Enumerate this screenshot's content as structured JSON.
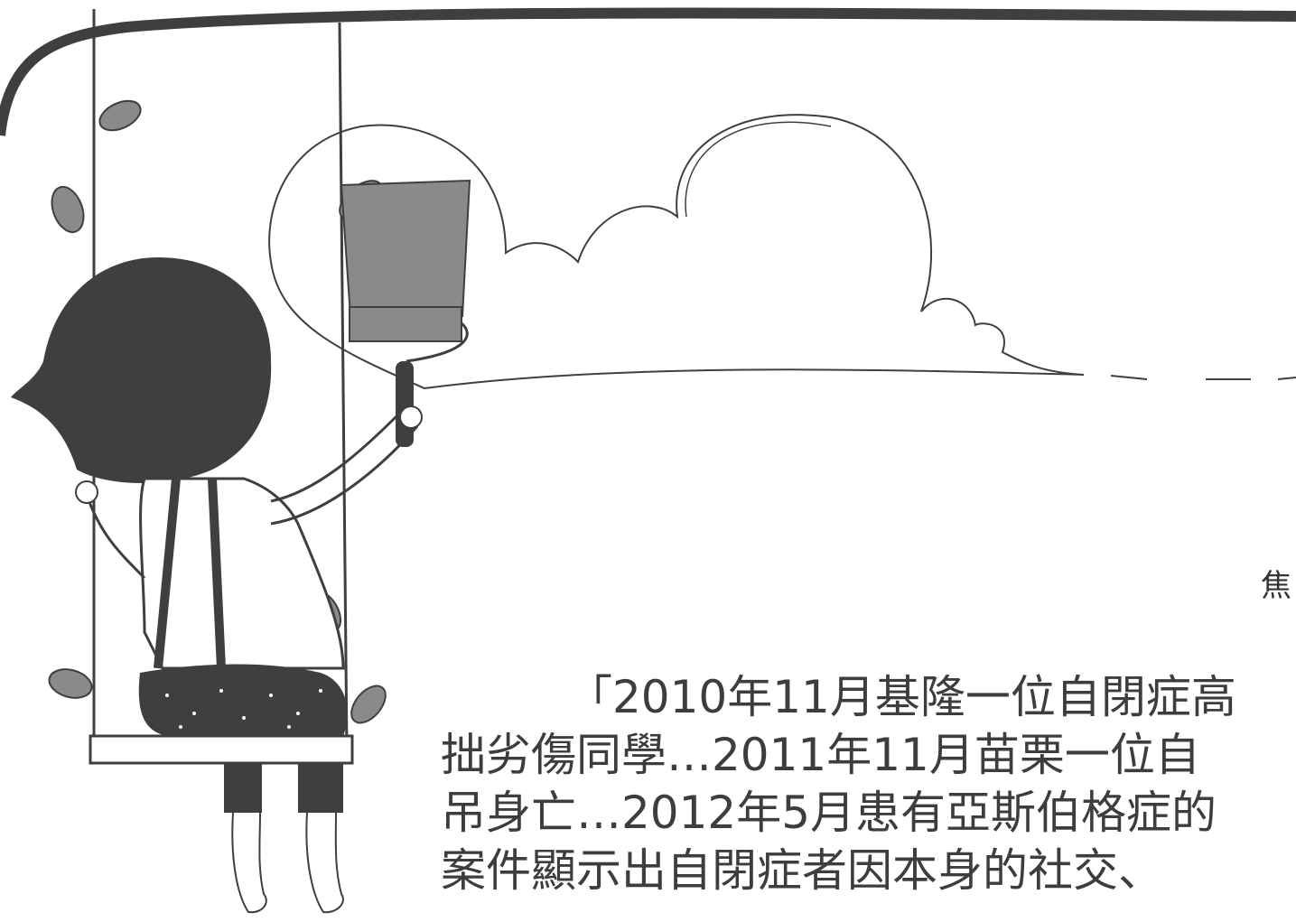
{
  "illustration": {
    "colors": {
      "ink": "#3f3f41",
      "gray": "#8a8a8c",
      "light": "#ffffff"
    }
  },
  "corner_char": "焦",
  "paragraph": {
    "lines": [
      "「2010年11月基隆一位自閉症高",
      "拙劣傷同學…2011年11月苗栗一位自",
      "吊身亡…2012年5月患有亞斯伯格症的",
      "案件顯示出自閉症者因本身的社交、"
    ]
  }
}
